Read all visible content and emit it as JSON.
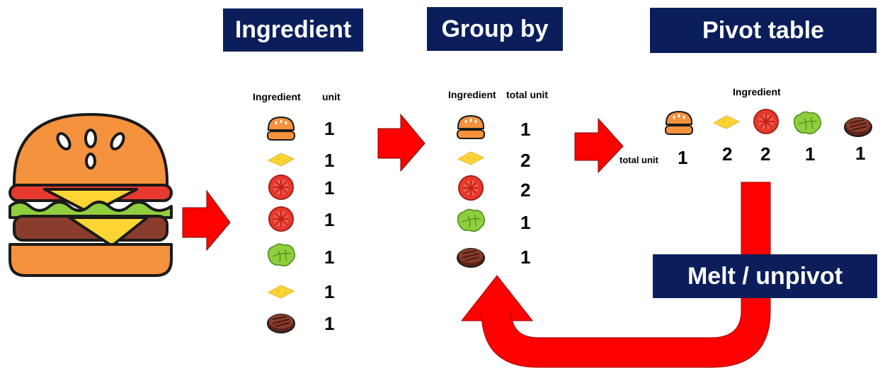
{
  "titles": {
    "ingredient": "Ingredient",
    "group_by": "Group by",
    "pivot_table": "Pivot table",
    "melt": "Melt / unpivot"
  },
  "ingredient_table": {
    "col_ingredient": "Ingredient",
    "col_unit": "unit",
    "rows": [
      {
        "icon": "bun-icon",
        "unit": "1"
      },
      {
        "icon": "cheese-icon",
        "unit": "1"
      },
      {
        "icon": "tomato-icon",
        "unit": "1"
      },
      {
        "icon": "tomato-icon",
        "unit": "1"
      },
      {
        "icon": "lettuce-icon",
        "unit": "1"
      },
      {
        "icon": "cheese-icon",
        "unit": "1"
      },
      {
        "icon": "patty-icon",
        "unit": "1"
      }
    ]
  },
  "group_table": {
    "col_ingredient": "Ingredient",
    "col_total": "total unit",
    "rows": [
      {
        "icon": "bun-icon",
        "total": "1"
      },
      {
        "icon": "cheese-icon",
        "total": "2"
      },
      {
        "icon": "tomato-icon",
        "total": "2"
      },
      {
        "icon": "lettuce-icon",
        "total": "1"
      },
      {
        "icon": "patty-icon",
        "total": "1"
      }
    ]
  },
  "pivot": {
    "header": "Ingredient",
    "row_label": "total unit",
    "cols": [
      {
        "icon": "bun-icon",
        "total": "1"
      },
      {
        "icon": "cheese-icon",
        "total": "2"
      },
      {
        "icon": "tomato-icon",
        "total": "2"
      },
      {
        "icon": "lettuce-icon",
        "total": "1"
      },
      {
        "icon": "patty-icon",
        "total": "1"
      }
    ]
  },
  "colors": {
    "title_bg": "#0b1e5b",
    "arrow": "#ff0000",
    "bun": "#f5923e",
    "cheese": "#fcd535",
    "tomato": "#e8392e",
    "lettuce": "#8fce3c",
    "patty": "#8a3d2c"
  }
}
